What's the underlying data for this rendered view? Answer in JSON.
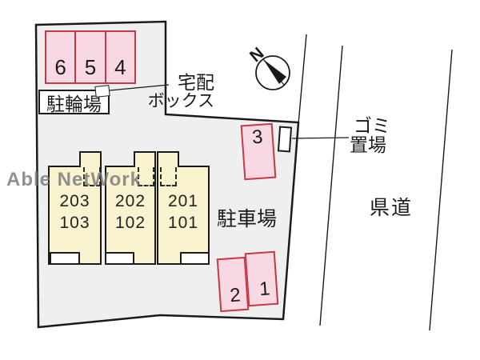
{
  "watermark": "Able NetWork",
  "compass": {
    "north_label": "N"
  },
  "labels": {
    "bicycle_parking": "駐輪場",
    "delivery_box_line1": "宅配",
    "delivery_box_line2": "ボックス",
    "parking_lot": "駐車場",
    "garbage_line1": "ゴミ",
    "garbage_line2": "置場",
    "road": "県道"
  },
  "parking_spaces": {
    "top_row": [
      "6",
      "5",
      "4"
    ],
    "space_3": "3",
    "space_2": "2",
    "space_1": "1"
  },
  "building": {
    "units": [
      {
        "upper": "203",
        "lower": "103"
      },
      {
        "upper": "202",
        "lower": "102"
      },
      {
        "upper": "201",
        "lower": "101"
      }
    ]
  },
  "colors": {
    "site_fill": "#efefef",
    "building_fill": "#faf3d0",
    "parking_fill": "#f8d8e2",
    "parking_border": "#c53846",
    "line": "#1a1a1a"
  }
}
